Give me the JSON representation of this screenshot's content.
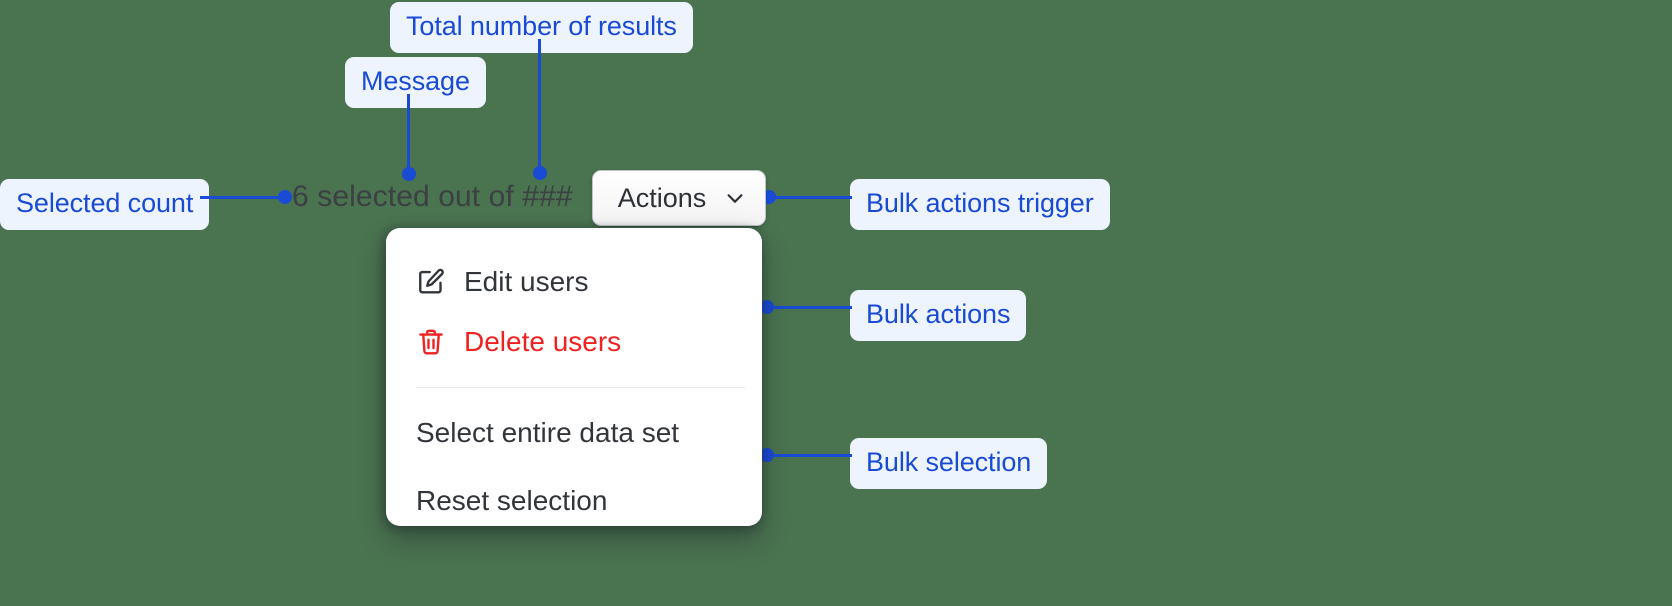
{
  "canvas": {
    "background_color": "#4a7350",
    "annotation_color": "#1a4bd4",
    "annotation_pill_bg": "#eef4fe"
  },
  "component": {
    "selected_count_message": "6 selected out of ###",
    "actions_trigger": {
      "label": "Actions",
      "chevron_icon": "chevron-down-icon"
    },
    "menu": {
      "groups": [
        {
          "name": "bulk-actions",
          "items": [
            {
              "icon": "edit-pencil-icon",
              "label": "Edit users",
              "tone": "default"
            },
            {
              "icon": "trash-icon",
              "label": "Delete users",
              "tone": "danger",
              "color": "#f02121"
            }
          ]
        },
        {
          "name": "bulk-selection",
          "items": [
            {
              "icon": "",
              "label": "Select entire data set",
              "tone": "default"
            },
            {
              "icon": "",
              "label": "Reset selection",
              "tone": "default"
            }
          ]
        }
      ]
    }
  },
  "annotations": [
    {
      "id": "total-number-of-results",
      "label": "Total number of results"
    },
    {
      "id": "message",
      "label": "Message"
    },
    {
      "id": "selected-count",
      "label": "Selected count"
    },
    {
      "id": "bulk-actions-trigger",
      "label": "Bulk actions trigger"
    },
    {
      "id": "bulk-actions",
      "label": "Bulk actions"
    },
    {
      "id": "bulk-selection",
      "label": "Bulk selection"
    }
  ]
}
